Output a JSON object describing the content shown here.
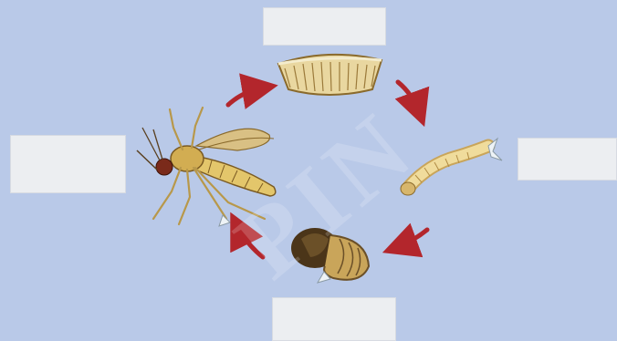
{
  "diagram": {
    "stages": [
      {
        "id": "egg",
        "icon": "egg-raft-icon"
      },
      {
        "id": "larva",
        "icon": "larva-icon"
      },
      {
        "id": "pupa",
        "icon": "pupa-icon"
      },
      {
        "id": "adult",
        "icon": "mosquito-adult-icon"
      }
    ],
    "label_boxes": {
      "top": "",
      "right": "",
      "bottom": "",
      "left": ""
    },
    "watermark": "PIN",
    "colors": {
      "background": "#b9c9e8",
      "arrow": "#b3262c",
      "label_box": "#eceef1"
    }
  }
}
